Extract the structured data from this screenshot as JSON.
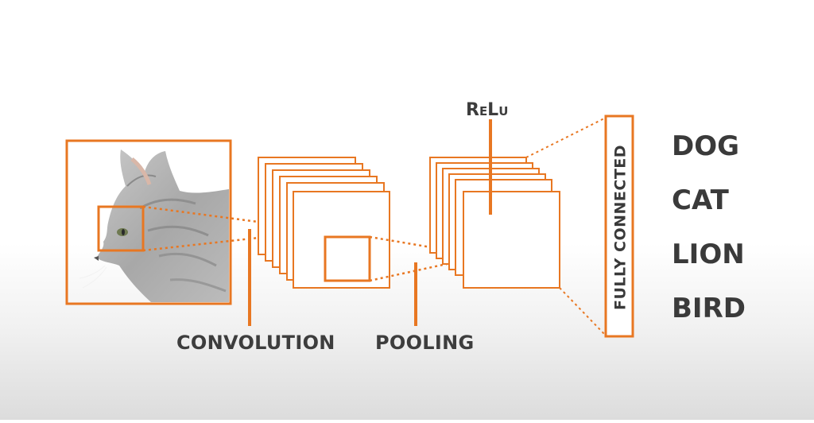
{
  "diagram": {
    "stages": {
      "convolution": "CONVOLUTION",
      "pooling": "POOLING",
      "relu": "ReLu",
      "fully_connected": "FULLY CONNECTED"
    },
    "outputs": [
      "DOG",
      "CAT",
      "LION",
      "BIRD"
    ],
    "input_image": "cat-profile-photo",
    "colors": {
      "accent": "#e87722",
      "text": "#3d3d3d"
    }
  }
}
